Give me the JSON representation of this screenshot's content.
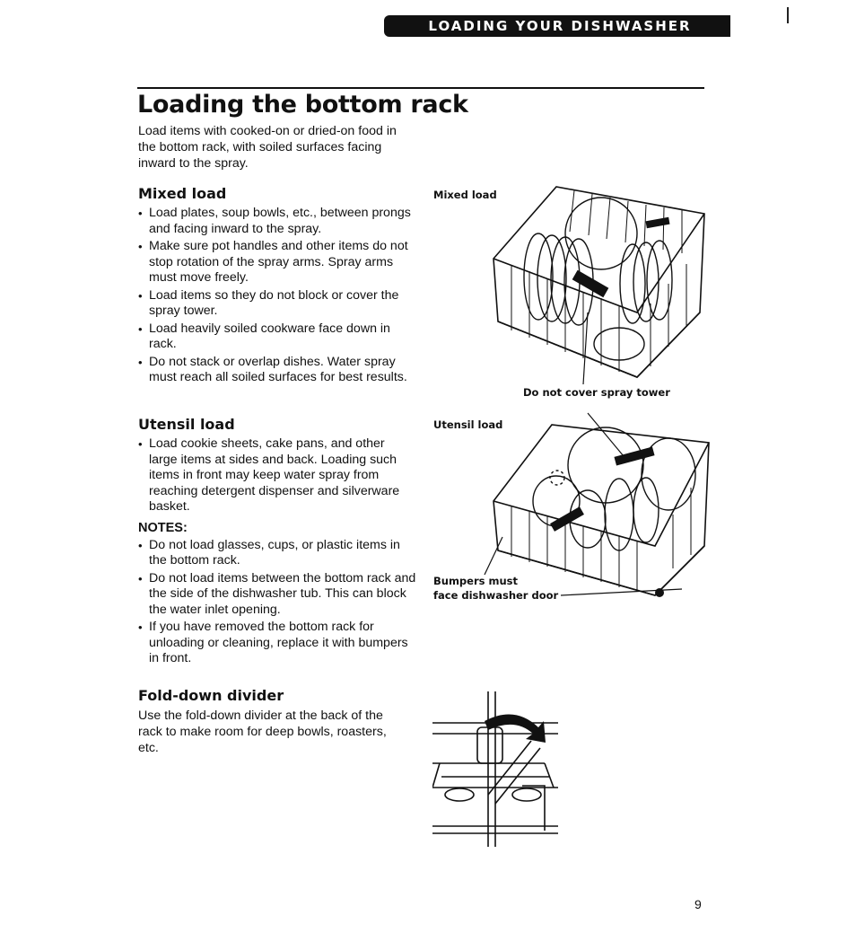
{
  "header": {
    "banner": "LOADING YOUR DISHWASHER"
  },
  "page": {
    "title": "Loading the bottom rack",
    "number": "9"
  },
  "intro": "Load items with cooked-on or dried-on food in the bottom rack, with soiled surfaces facing inward to the spray.",
  "mixed": {
    "heading": "Mixed load",
    "items": [
      "Load plates, soup bowls, etc., between prongs and facing inward to the spray.",
      "Make sure pot handles and other items do not stop rotation of the spray arms. Spray arms must move freely.",
      "Load items so they do not block or cover the spray tower.",
      "Load heavily soiled cookware face down in rack.",
      "Do not stack or overlap dishes. Water spray must reach all soiled surfaces for best results."
    ]
  },
  "utensil": {
    "heading": "Utensil load",
    "items": [
      "Load cookie sheets, cake pans, and other large items at sides and back. Loading such items in front may keep water spray from reaching detergent dispenser and silverware basket."
    ],
    "notes_heading": "NOTES:",
    "notes": [
      "Do not load glasses, cups, or plastic items in the bottom rack.",
      "Do not load items between the bottom rack and the side of the dishwasher tub. This can block the water inlet opening.",
      "If you have removed the bottom rack for unloading or cleaning, replace it with bumpers in front."
    ]
  },
  "fold": {
    "heading": "Fold-down divider",
    "text": "Use the fold-down divider at the back of the rack to make room for deep bowls, roasters, etc."
  },
  "figures": {
    "mixed_caption": "Mixed load",
    "tower_caption": "Do not cover spray tower",
    "utensil_caption": "Utensil load",
    "bumpers_caption_1": "Bumpers must",
    "bumpers_caption_2": "face dishwasher door"
  }
}
